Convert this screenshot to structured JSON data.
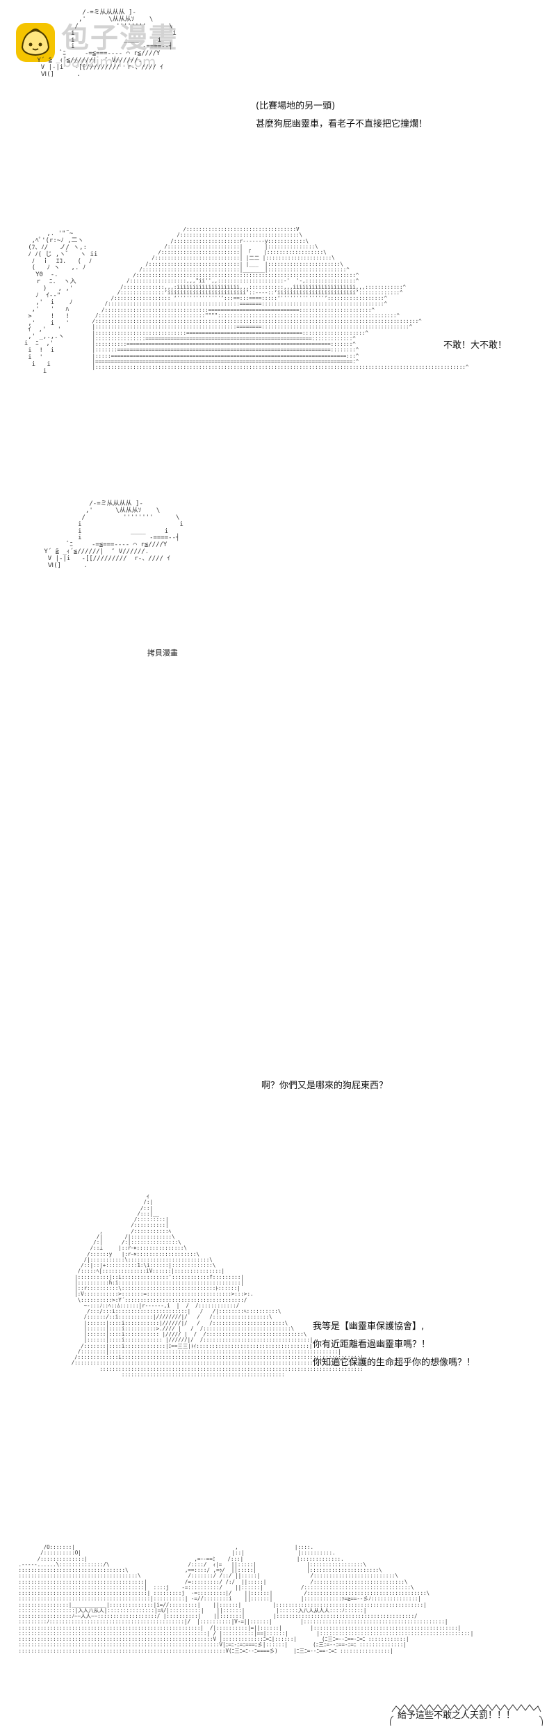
{
  "watermark": {
    "title": "包子漫畫",
    "url": "baozimh.com",
    "logo_icon": "bun-mascot-icon",
    "color": "#d3d3d3",
    "logo_color": "#f5c400"
  },
  "panels": [
    {
      "lines": [
        "(比賽場地的另一頭)",
        "甚麼狗屁幽靈車，看老子不直接把它撞爛！"
      ]
    },
    {
      "lines": [
        "不敢！大不敢！"
      ]
    },
    {
      "lines": [
        "啊？你們又是哪來的狗屁東西？"
      ]
    },
    {
      "lines": [
        "我等是【幽靈車保護協會】,",
        "你有近距離看過幽靈車嗎？！",
        "你知道它保護的生命超乎你的想像嗎？！"
      ]
    },
    {
      "lines": [
        "給予這些不敢之人天罰！！！"
      ]
    }
  ],
  "footer": {
    "text": "拷貝漫畫"
  }
}
